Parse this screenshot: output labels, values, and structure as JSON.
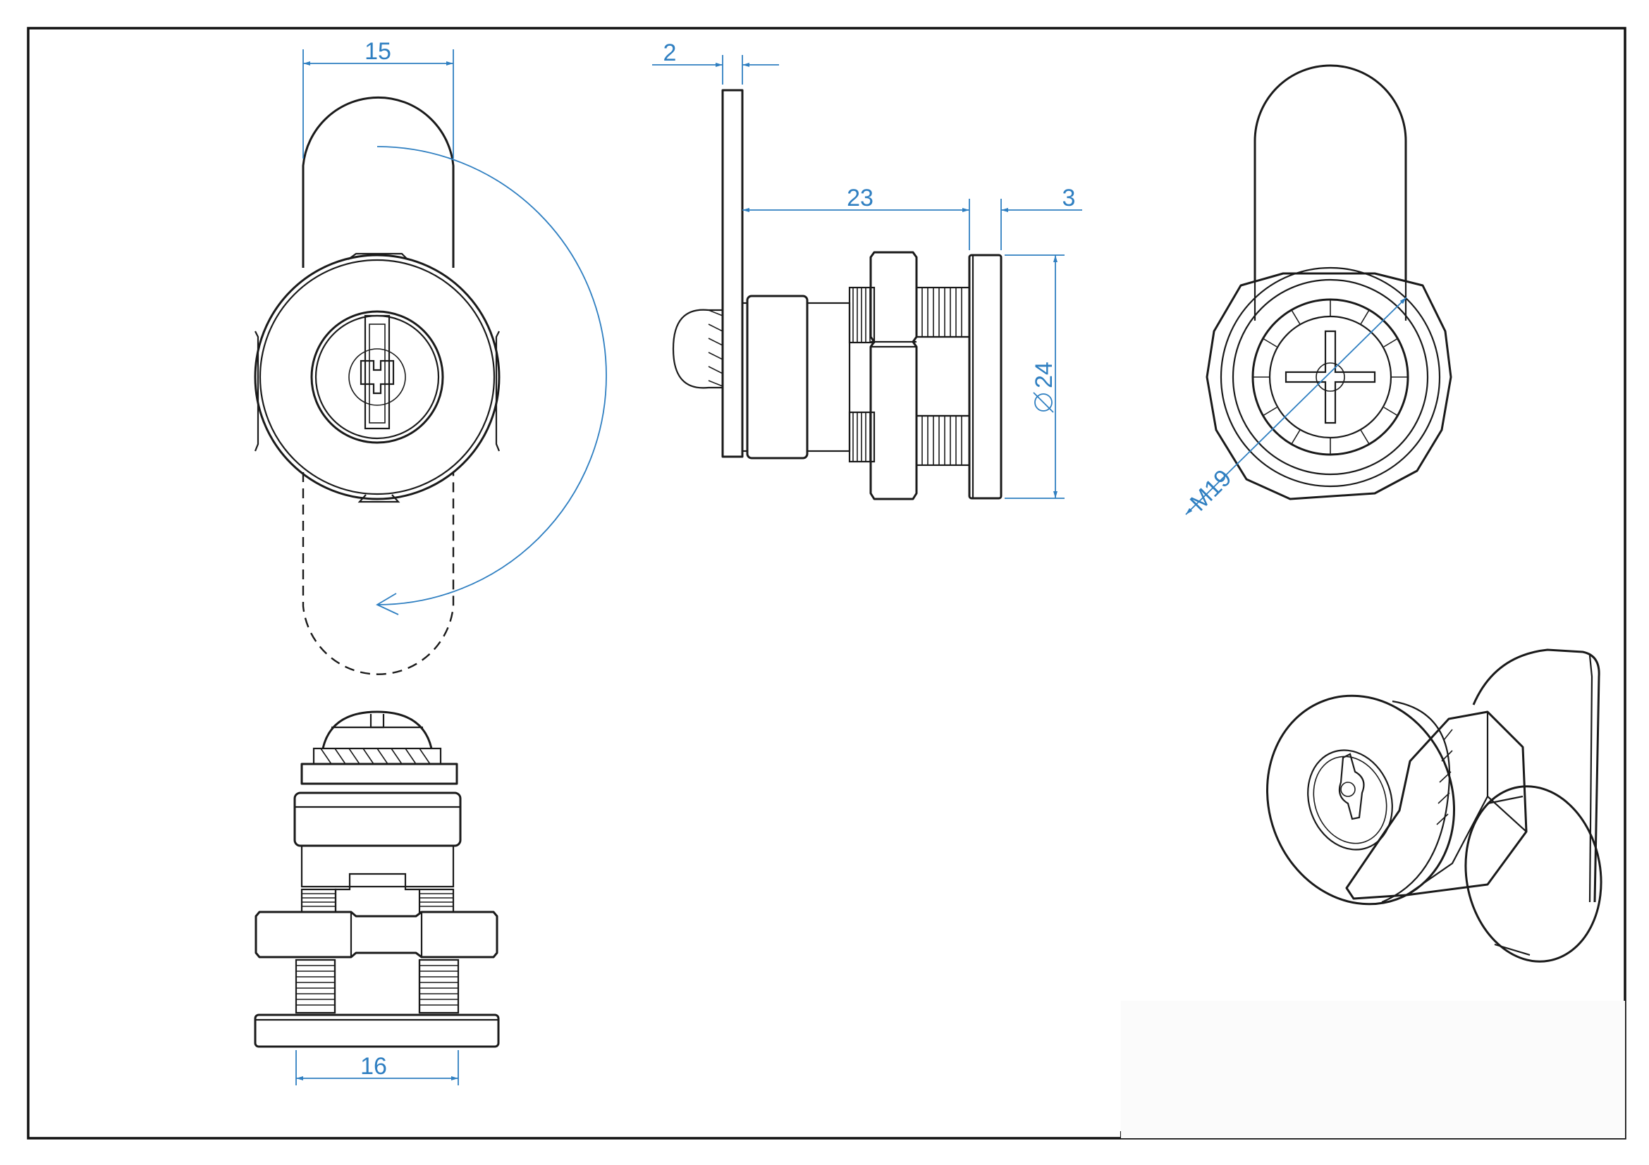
{
  "drawing": {
    "colors": {
      "dimension": "#2f7fc1",
      "line": "#1a1a1a"
    },
    "dimensions": {
      "cam_width": "15",
      "cam_thickness": "2",
      "body_length": "23",
      "flange_thickness": "3",
      "flange_diameter": "24",
      "thread_size": "M19",
      "nut_width": "16"
    }
  }
}
